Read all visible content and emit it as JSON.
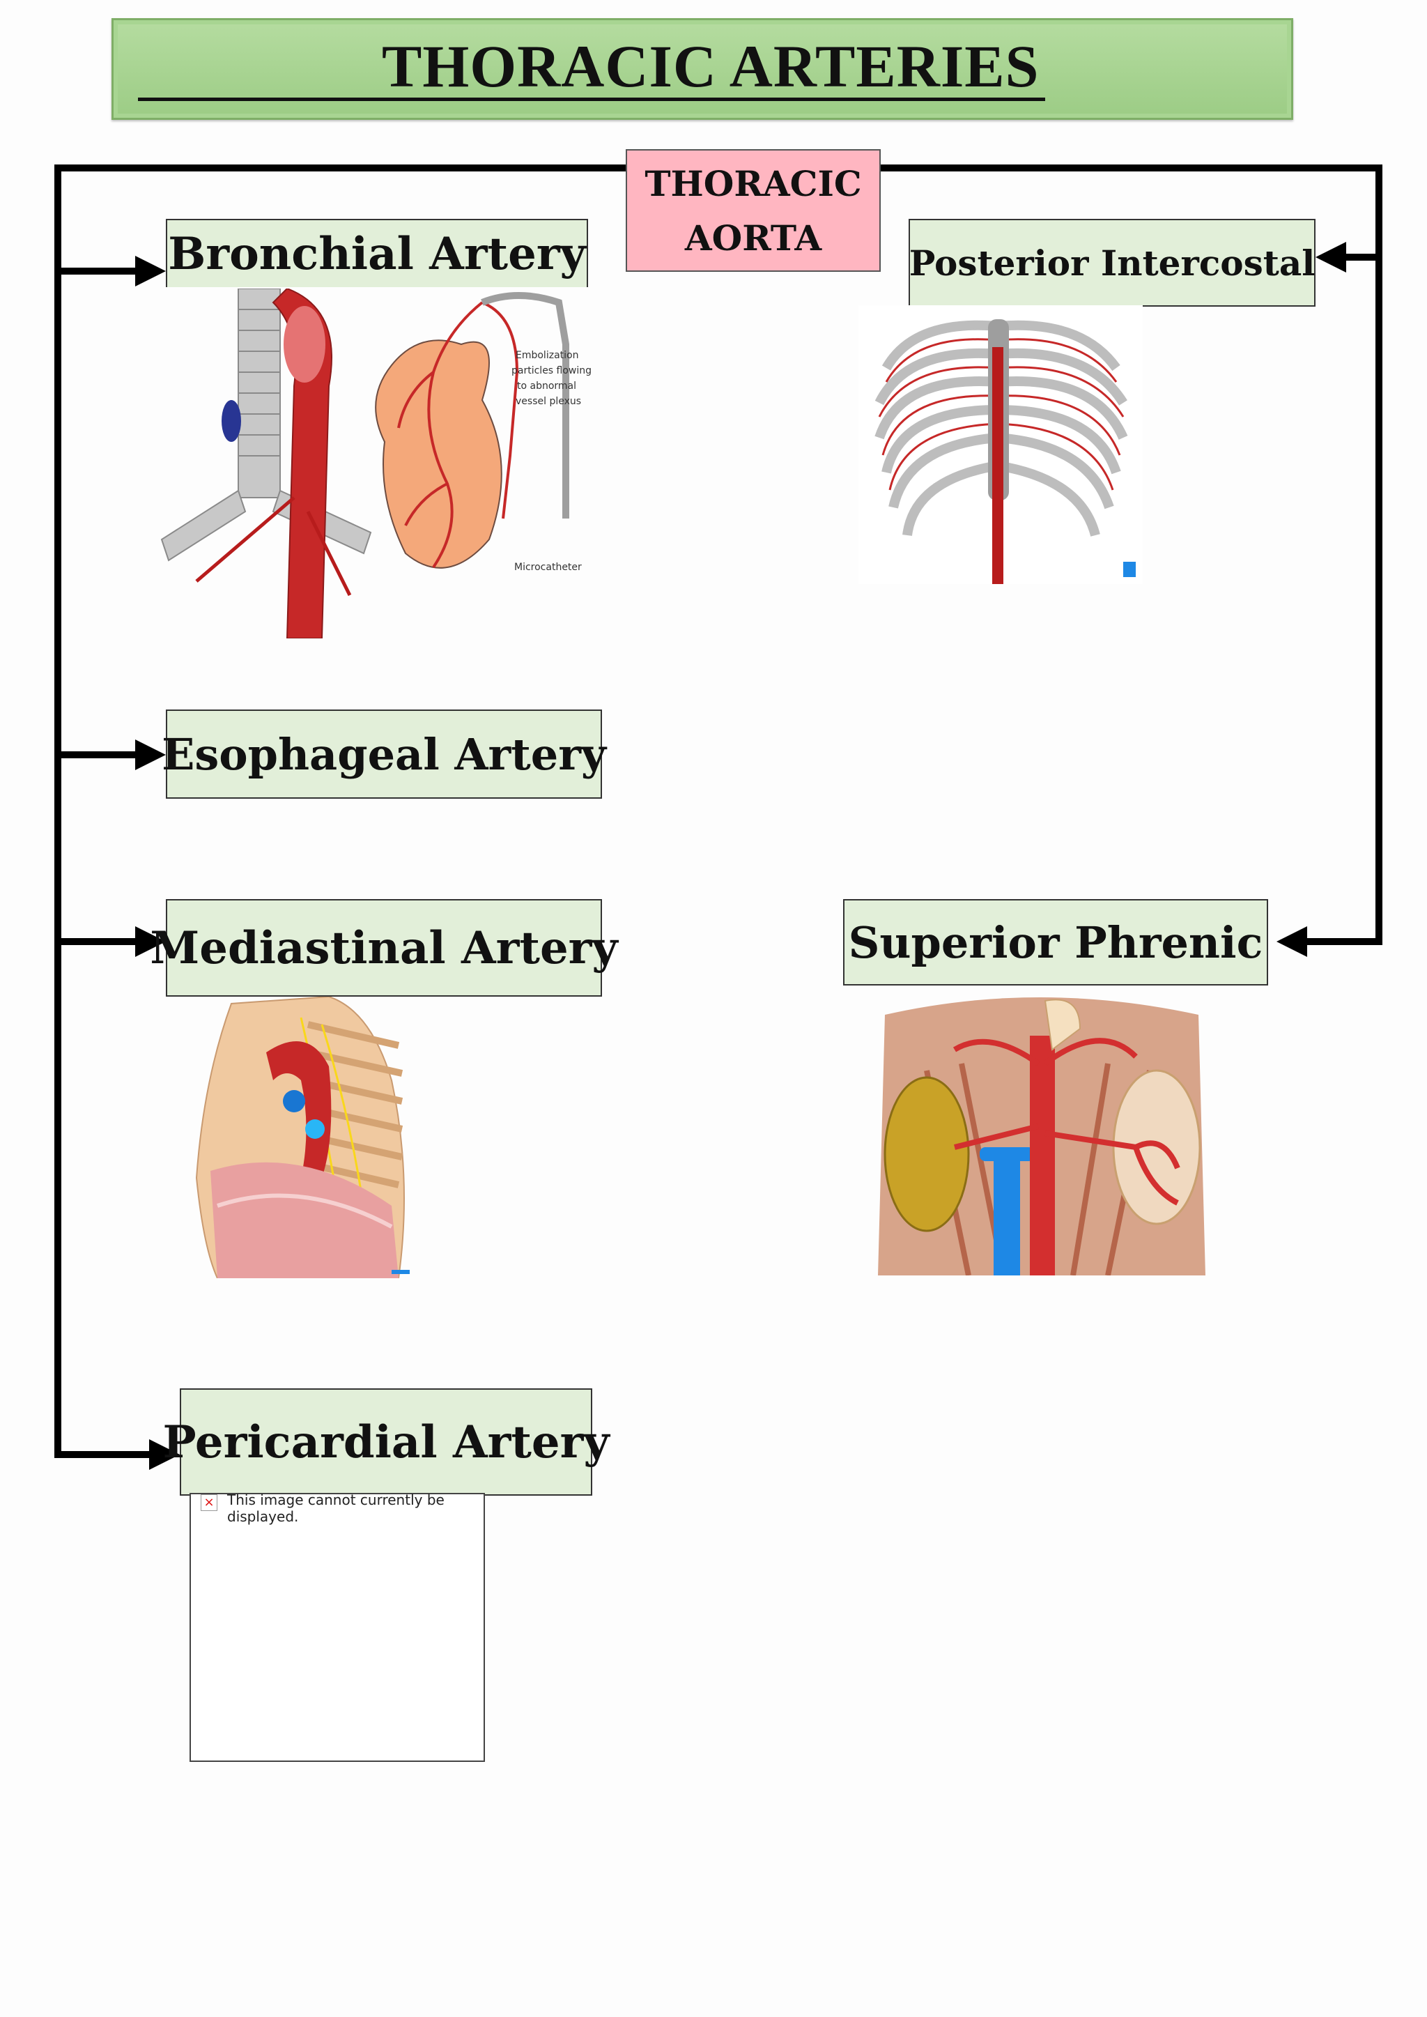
{
  "title": "THORACIC ARTERIES",
  "root": {
    "line1": "THORACIC",
    "line2": "AORTA"
  },
  "branches": {
    "bronchial": "Bronchial Artery",
    "esophageal": "Esophageal Artery",
    "mediastinal": "Mediastinal Artery",
    "pericardial": "Pericardial Artery",
    "posterior_intercostal": "Posterior Intercostal",
    "superior_phrenic": "Superior Phrenic"
  },
  "bronchial_figure_labels": {
    "embolization": [
      "Embolization",
      "particles flowing",
      "to abnormal",
      "vessel plexus"
    ],
    "microcatheter": "Microcatheter"
  },
  "pericardial_placeholder": "This image cannot currently be displayed.",
  "colors": {
    "title_banner": "#9ccc85",
    "root_box": "#ffb6c1",
    "branch_box": "#e2efd9",
    "connector": "#000000"
  }
}
